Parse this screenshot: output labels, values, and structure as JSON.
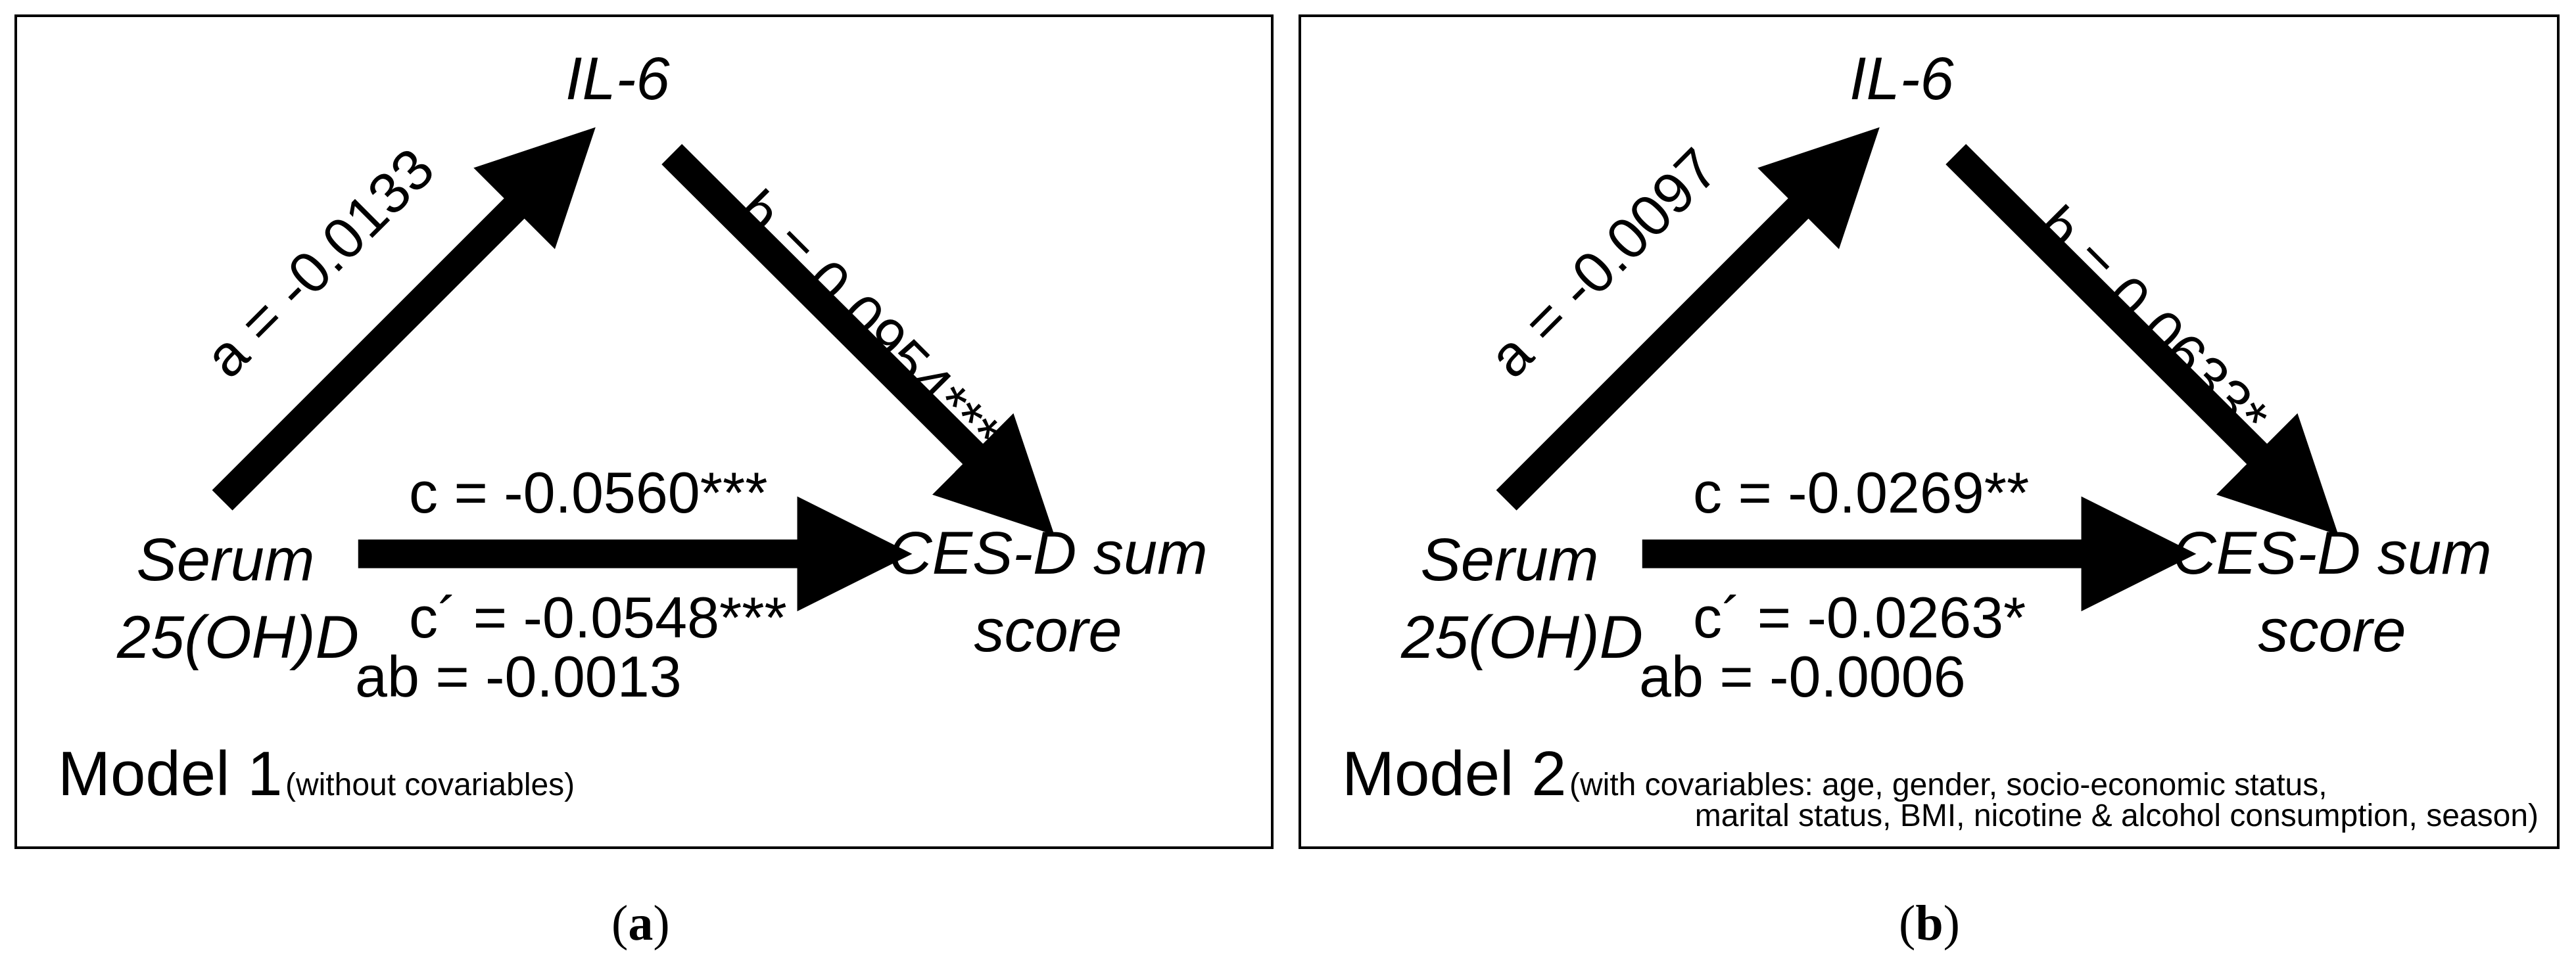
{
  "panels": [
    {
      "id": "a",
      "label_open": "(",
      "label_letter": "a",
      "label_close": ")",
      "mediator": "IL-6",
      "predictor_line1": "Serum",
      "predictor_line2": "25(OH)D",
      "outcome_line1": "CES-D sum",
      "outcome_line2": "score",
      "a_path": "a = -0.0133",
      "b_path": "b = 0.0954***",
      "c_path": "c  = -0.0560***",
      "c_prime_path": "c´ = -0.0548***",
      "ab_path": "ab = -0.0013",
      "model_title": "Model 1",
      "model_note": "(without covariables)"
    },
    {
      "id": "b",
      "label_open": "(",
      "label_letter": "b",
      "label_close": ")",
      "mediator": "IL-6",
      "predictor_line1": "Serum",
      "predictor_line2": "25(OH)D",
      "outcome_line1": "CES-D sum",
      "outcome_line2": "score",
      "a_path": "a = -0.0097",
      "b_path": "b = 0.0633*",
      "c_path": "c  = -0.0269**",
      "c_prime_path": "c´ = -0.0263*",
      "ab_path": "ab = -0.0006",
      "model_title": "Model 2",
      "model_note_line1": "(with covariables: age, gender, socio-economic status,",
      "model_note_line2": "marital status, BMI, nicotine & alcohol consumption, season)"
    }
  ],
  "colors": {
    "arrow": "#000000",
    "text": "#000000",
    "border": "#000000"
  }
}
